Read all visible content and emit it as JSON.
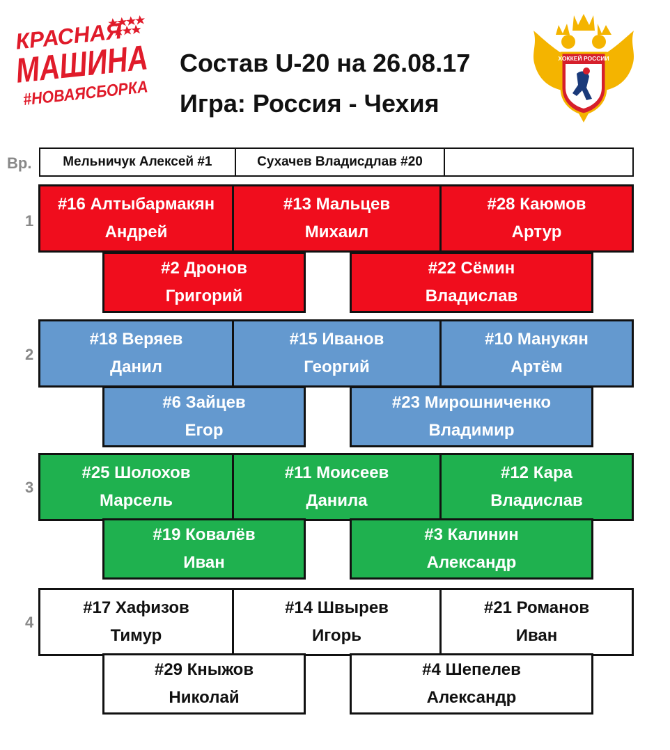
{
  "branding": {
    "logo_line1": "КРАСНАЯ",
    "logo_line2": "МАШИНА",
    "logo_line3": "#НОВАЯСБОРКА",
    "emblem_text": "ХОККЕЙ РОССИИ",
    "brand_red": "#e01b2a",
    "gold": "#f4b400"
  },
  "header": {
    "title": "Состав U-20 на 26.08.17",
    "subtitle": "Игра: Россия - Чехия"
  },
  "goalies": {
    "label": "Вр.",
    "names": [
      "Мельничук Алексей #1",
      "Сухачев Владисдлав #20",
      ""
    ]
  },
  "lines": [
    {
      "label": "1",
      "color": "#f00d1d",
      "forwards": [
        {
          "number_surname": "#16 Алтыбармакян",
          "first_name": "Андрей"
        },
        {
          "number_surname": "#13 Мальцев",
          "first_name": "Михаил"
        },
        {
          "number_surname": "#28 Каюмов",
          "first_name": "Артур"
        }
      ],
      "defense": [
        {
          "number_surname": "#2 Дронов",
          "first_name": "Григорий"
        },
        {
          "number_surname": "#22 Сёмин",
          "first_name": "Владислав"
        }
      ]
    },
    {
      "label": "2",
      "color": "#6499cf",
      "forwards": [
        {
          "number_surname": "#18 Веряев",
          "first_name": "Данил"
        },
        {
          "number_surname": "#15 Иванов",
          "first_name": "Георгий"
        },
        {
          "number_surname": "#10 Манукян",
          "first_name": "Артём"
        }
      ],
      "defense": [
        {
          "number_surname": "#6 Зайцев",
          "first_name": "Егор"
        },
        {
          "number_surname": "#23 Мирошниченко",
          "first_name": "Владимир"
        }
      ]
    },
    {
      "label": "3",
      "color": "#1fb14f",
      "forwards": [
        {
          "number_surname": "#25 Шолохов",
          "first_name": "Марсель"
        },
        {
          "number_surname": "#11 Моисеев",
          "first_name": "Данила"
        },
        {
          "number_surname": "#12 Кара",
          "first_name": "Владислав"
        }
      ],
      "defense": [
        {
          "number_surname": "#19 Ковалёв",
          "first_name": "Иван"
        },
        {
          "number_surname": "#3 Калинин",
          "first_name": "Александр"
        }
      ]
    },
    {
      "label": "4",
      "color": "#ffffff",
      "forwards": [
        {
          "number_surname": "#17 Хафизов",
          "first_name": "Тимур"
        },
        {
          "number_surname": "#14 Швырев",
          "first_name": "Игорь"
        },
        {
          "number_surname": "#21 Романов",
          "first_name": "Иван"
        }
      ],
      "defense": [
        {
          "number_surname": "#29 Кныжов",
          "first_name": "Николай"
        },
        {
          "number_surname": "#4 Шепелев",
          "first_name": "Александр"
        }
      ]
    }
  ]
}
